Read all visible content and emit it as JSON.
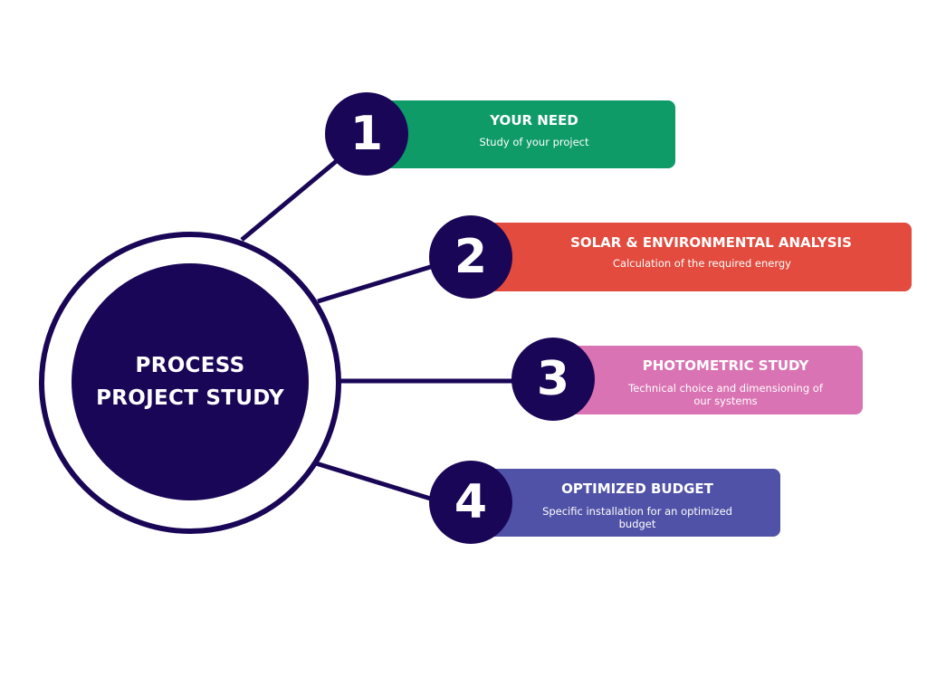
{
  "colors": {
    "navy": "#1a0656",
    "step_1": "#0e9b68",
    "step_2": "#e24b3d",
    "step_3": "#da73b3",
    "step_4": "#5052a7"
  },
  "hub": {
    "line_1": "PROCESS",
    "line_2": "PROJECT STUDY"
  },
  "steps": [
    {
      "number": "1",
      "title": "YOUR NEED",
      "description": "Study of your project"
    },
    {
      "number": "2",
      "title": "SOLAR & ENVIRONMENTAL ANALYSIS",
      "description": "Calculation of the required energy"
    },
    {
      "number": "3",
      "title": "PHOTOMETRIC STUDY",
      "description": "Technical choice and dimensioning of our systems"
    },
    {
      "number": "4",
      "title": "OPTIMIZED BUDGET",
      "description": "Specific installation for an optimized budget"
    }
  ]
}
